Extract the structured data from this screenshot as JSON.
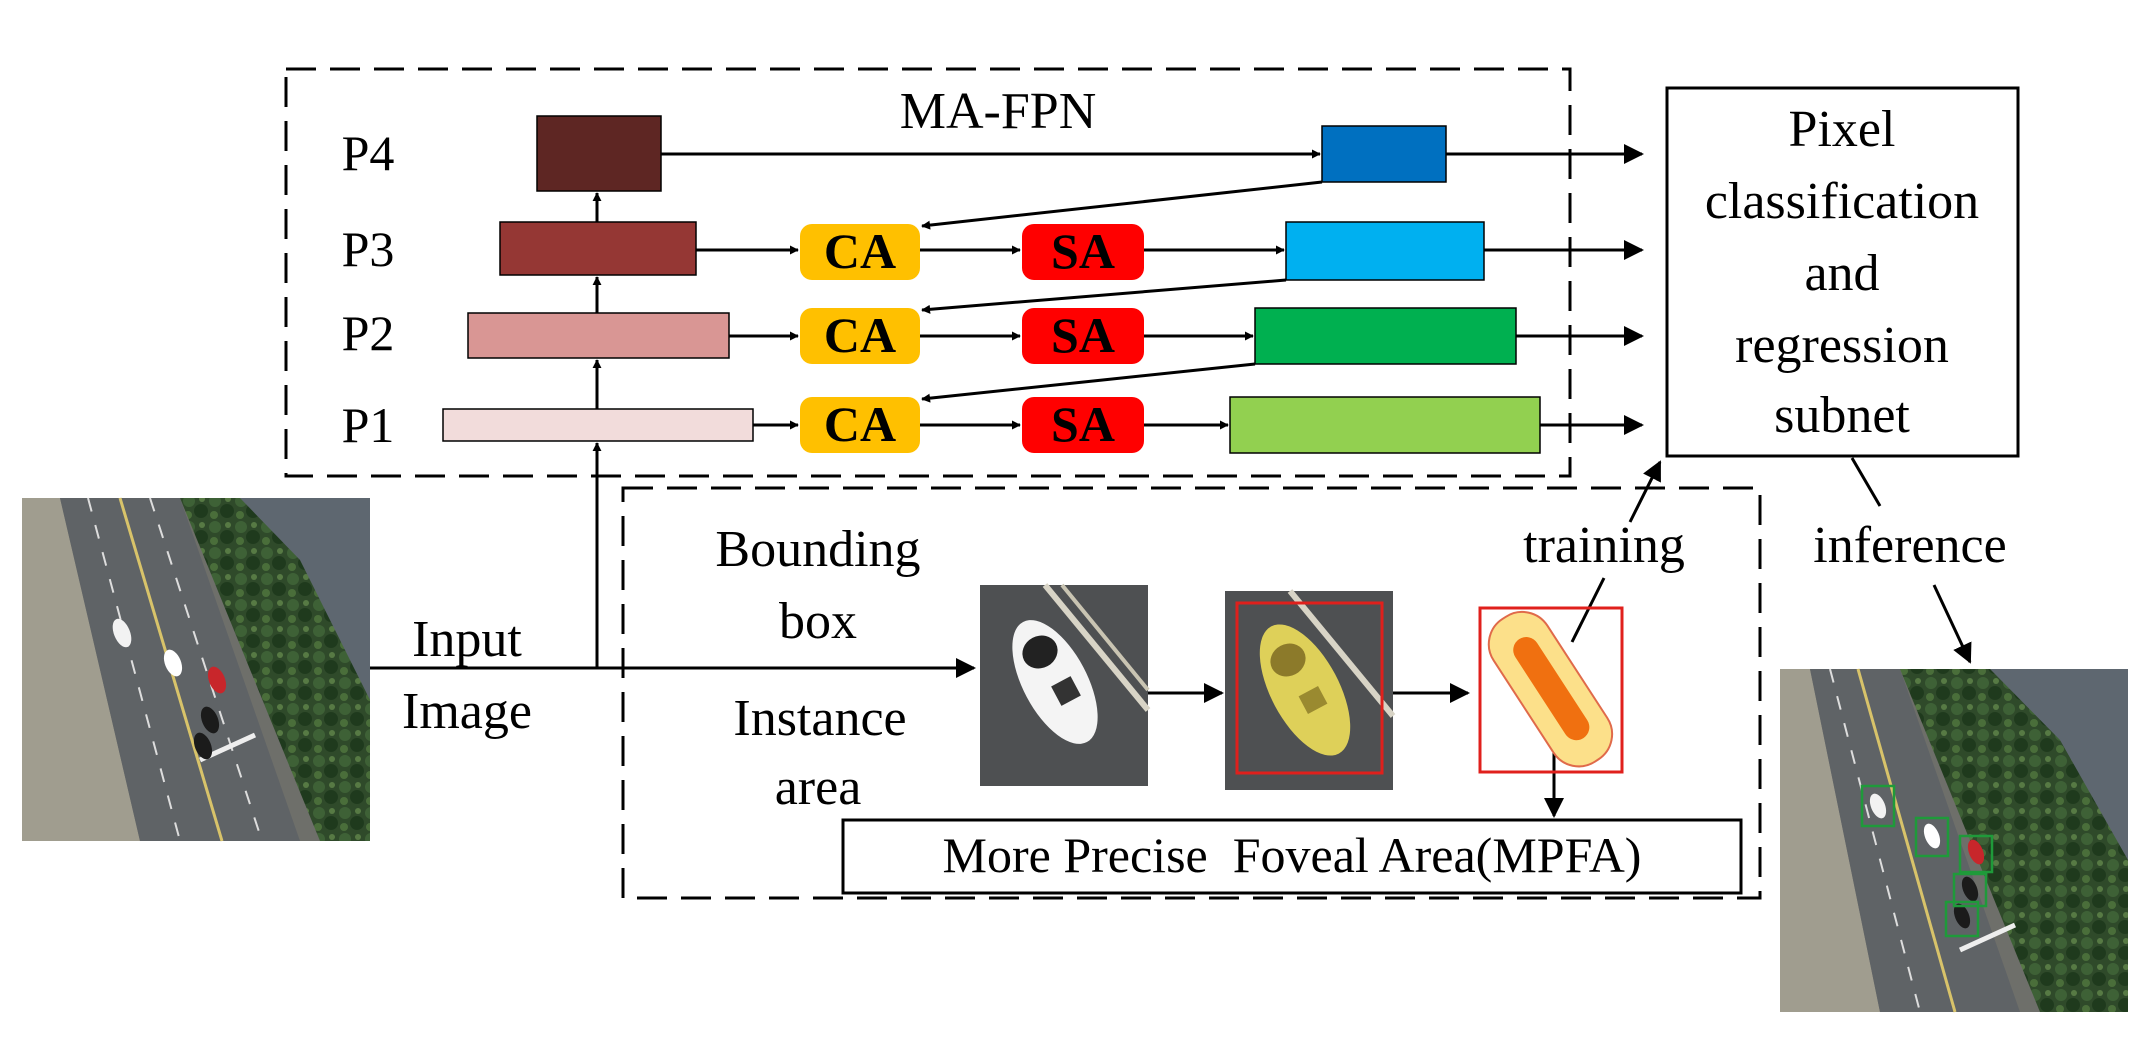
{
  "title": "MA-FPN",
  "levels": [
    {
      "label": "P4",
      "backbone_color": "#5E2623",
      "out_color": "#0070C0"
    },
    {
      "label": "P3",
      "backbone_color": "#953734",
      "out_color": "#00B0F0"
    },
    {
      "label": "P2",
      "backbone_color": "#D99694",
      "out_color": "#00B050"
    },
    {
      "label": "P1",
      "backbone_color": "#F2DCDB",
      "out_color": "#92D050"
    }
  ],
  "modules": {
    "ca": {
      "label": "CA",
      "color": "#FFC000"
    },
    "sa": {
      "label": "SA",
      "color": "#FF0000"
    }
  },
  "head": {
    "lines": [
      "Pixel",
      "classification",
      "and",
      "regression",
      "subnet"
    ]
  },
  "input_label": {
    "lines": [
      "Input",
      "Image"
    ]
  },
  "bounding_box_label": {
    "lines": [
      "Bounding",
      "box"
    ]
  },
  "instance_area_label": {
    "lines": [
      "Instance",
      "area"
    ]
  },
  "training_label": "training",
  "inference_label": "inference",
  "mpfa_label": "More Precise  Foveal Area(MPFA)",
  "colors": {
    "road": "#5F6366",
    "tree": "#2F4A2A",
    "box_red": "#E0201C",
    "det_green": "#1F9A3A",
    "foveal_outer": "#FCE08A",
    "foveal_inner": "#F07010"
  },
  "icons": [
    "aerial-image-icon",
    "car-crop-icon",
    "yellow-car-icon",
    "foveal-area-icon",
    "detection-result-icon"
  ]
}
